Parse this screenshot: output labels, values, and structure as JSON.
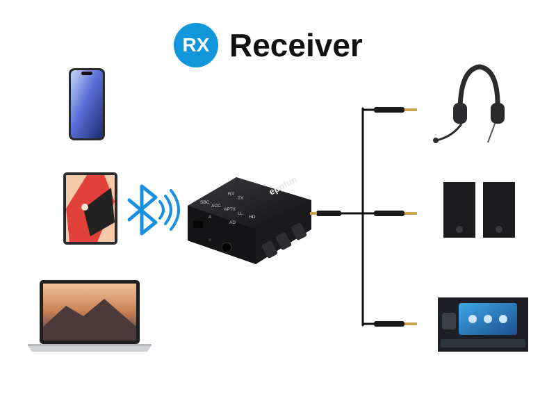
{
  "title": {
    "badge_text": "RX",
    "text": "Receiver"
  },
  "colors": {
    "badge": "#1296db",
    "bluetooth": "#1a8fe0",
    "device_body": "#1c1c1e",
    "cable": "#111111",
    "jack_gold": "#c9a24a"
  },
  "device": {
    "brand": "eppfun",
    "labels": [
      "RX",
      "TX",
      "SBC",
      "ACC",
      "APTX",
      "LL",
      "HD",
      "A",
      "AD"
    ]
  },
  "sources": [
    {
      "name": "phone-icon"
    },
    {
      "name": "tablet-icon"
    },
    {
      "name": "laptop-icon"
    }
  ],
  "outputs": [
    {
      "name": "headset-icon"
    },
    {
      "name": "speakers-icon"
    },
    {
      "name": "car-stereo-icon"
    }
  ],
  "connection_icon": "bluetooth-icon"
}
